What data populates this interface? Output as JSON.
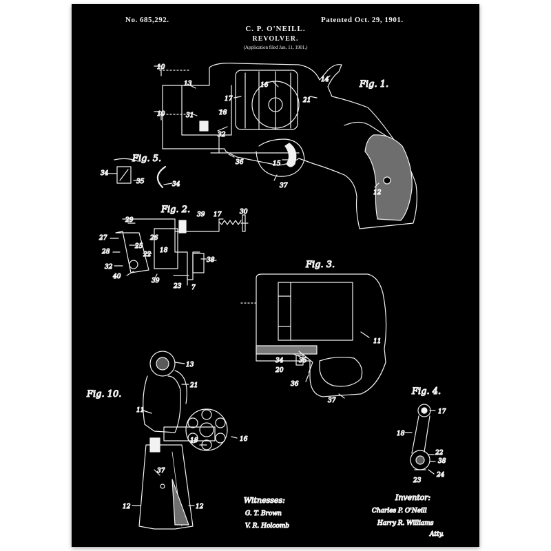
{
  "header": {
    "patent_number": "No. 685,292.",
    "patent_date": "Patented Oct. 29, 1901.",
    "inventor": "C. P. O'NEILL.",
    "title": "REVOLVER.",
    "filed": "(Application filed Jan. 11, 1901.)"
  },
  "figures": {
    "fig1": "Fig. 1.",
    "fig2": "Fig. 2.",
    "fig3": "Fig. 3.",
    "fig4": "Fig. 4.",
    "fig5": "Fig. 5.",
    "fig10": "Fig. 10."
  },
  "labels": {
    "fig1": [
      "10",
      "13",
      "16",
      "14",
      "17",
      "21",
      "18",
      "31",
      "32",
      "36",
      "15",
      "37",
      "12",
      "10"
    ],
    "fig5": [
      "34",
      "35",
      "34"
    ],
    "fig2": [
      "29",
      "39",
      "17",
      "30",
      "27",
      "26",
      "18",
      "28",
      "25",
      "22",
      "38",
      "32",
      "40",
      "39",
      "23",
      "7"
    ],
    "fig3": [
      "11",
      "34",
      "35",
      "20",
      "36",
      "37"
    ],
    "fig10": [
      "13",
      "21",
      "11",
      "18",
      "16",
      "37",
      "12",
      "12"
    ],
    "fig4": [
      "17",
      "18",
      "22",
      "38",
      "24",
      "23"
    ]
  },
  "footer": {
    "witnesses_heading": "Witnesses:",
    "witness_1": "G. T. Brown",
    "witness_2": "V. R. Holcomb",
    "inventor_heading": "Inventor:",
    "inventor_signature": "Charles P. O'Neill",
    "attorney_signature": "Harry R. Williams",
    "attorney_suffix": "Atty."
  },
  "colors": {
    "background": "#000000",
    "ink": "#f2f2f2",
    "frame": "#ffffff"
  }
}
